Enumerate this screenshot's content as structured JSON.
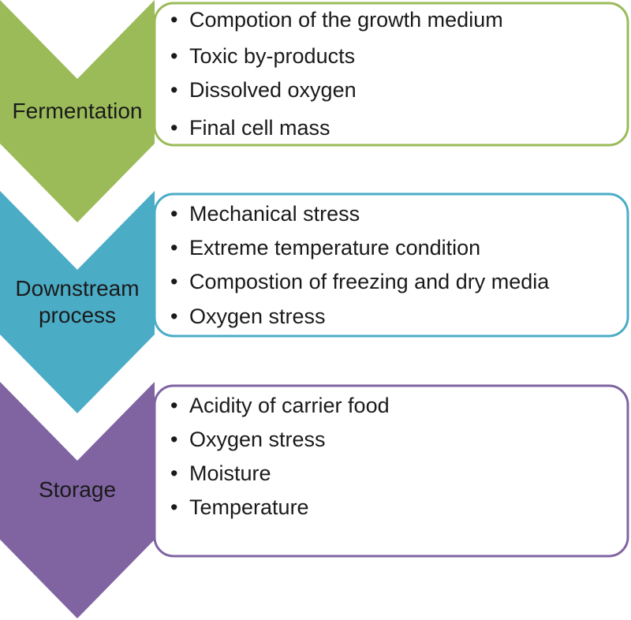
{
  "stages": [
    {
      "label": "Fermentation",
      "color": "#9bbb59",
      "items": [
        "Compotion of the growth medium",
        "Toxic by-products",
        "Dissolved oxygen",
        "Final cell mass"
      ]
    },
    {
      "label": "Downstream process",
      "label_lines": [
        "Downstream",
        "process"
      ],
      "color": "#4bacc6",
      "items": [
        "Mechanical stress",
        "Extreme temperature condition",
        "Compostion of freezing and dry media",
        "Oxygen stress"
      ]
    },
    {
      "label": "Storage",
      "color": "#8064a2",
      "items": [
        "Acidity of carrier food",
        "Oxygen stress",
        "Moisture",
        "Temperature"
      ]
    }
  ]
}
